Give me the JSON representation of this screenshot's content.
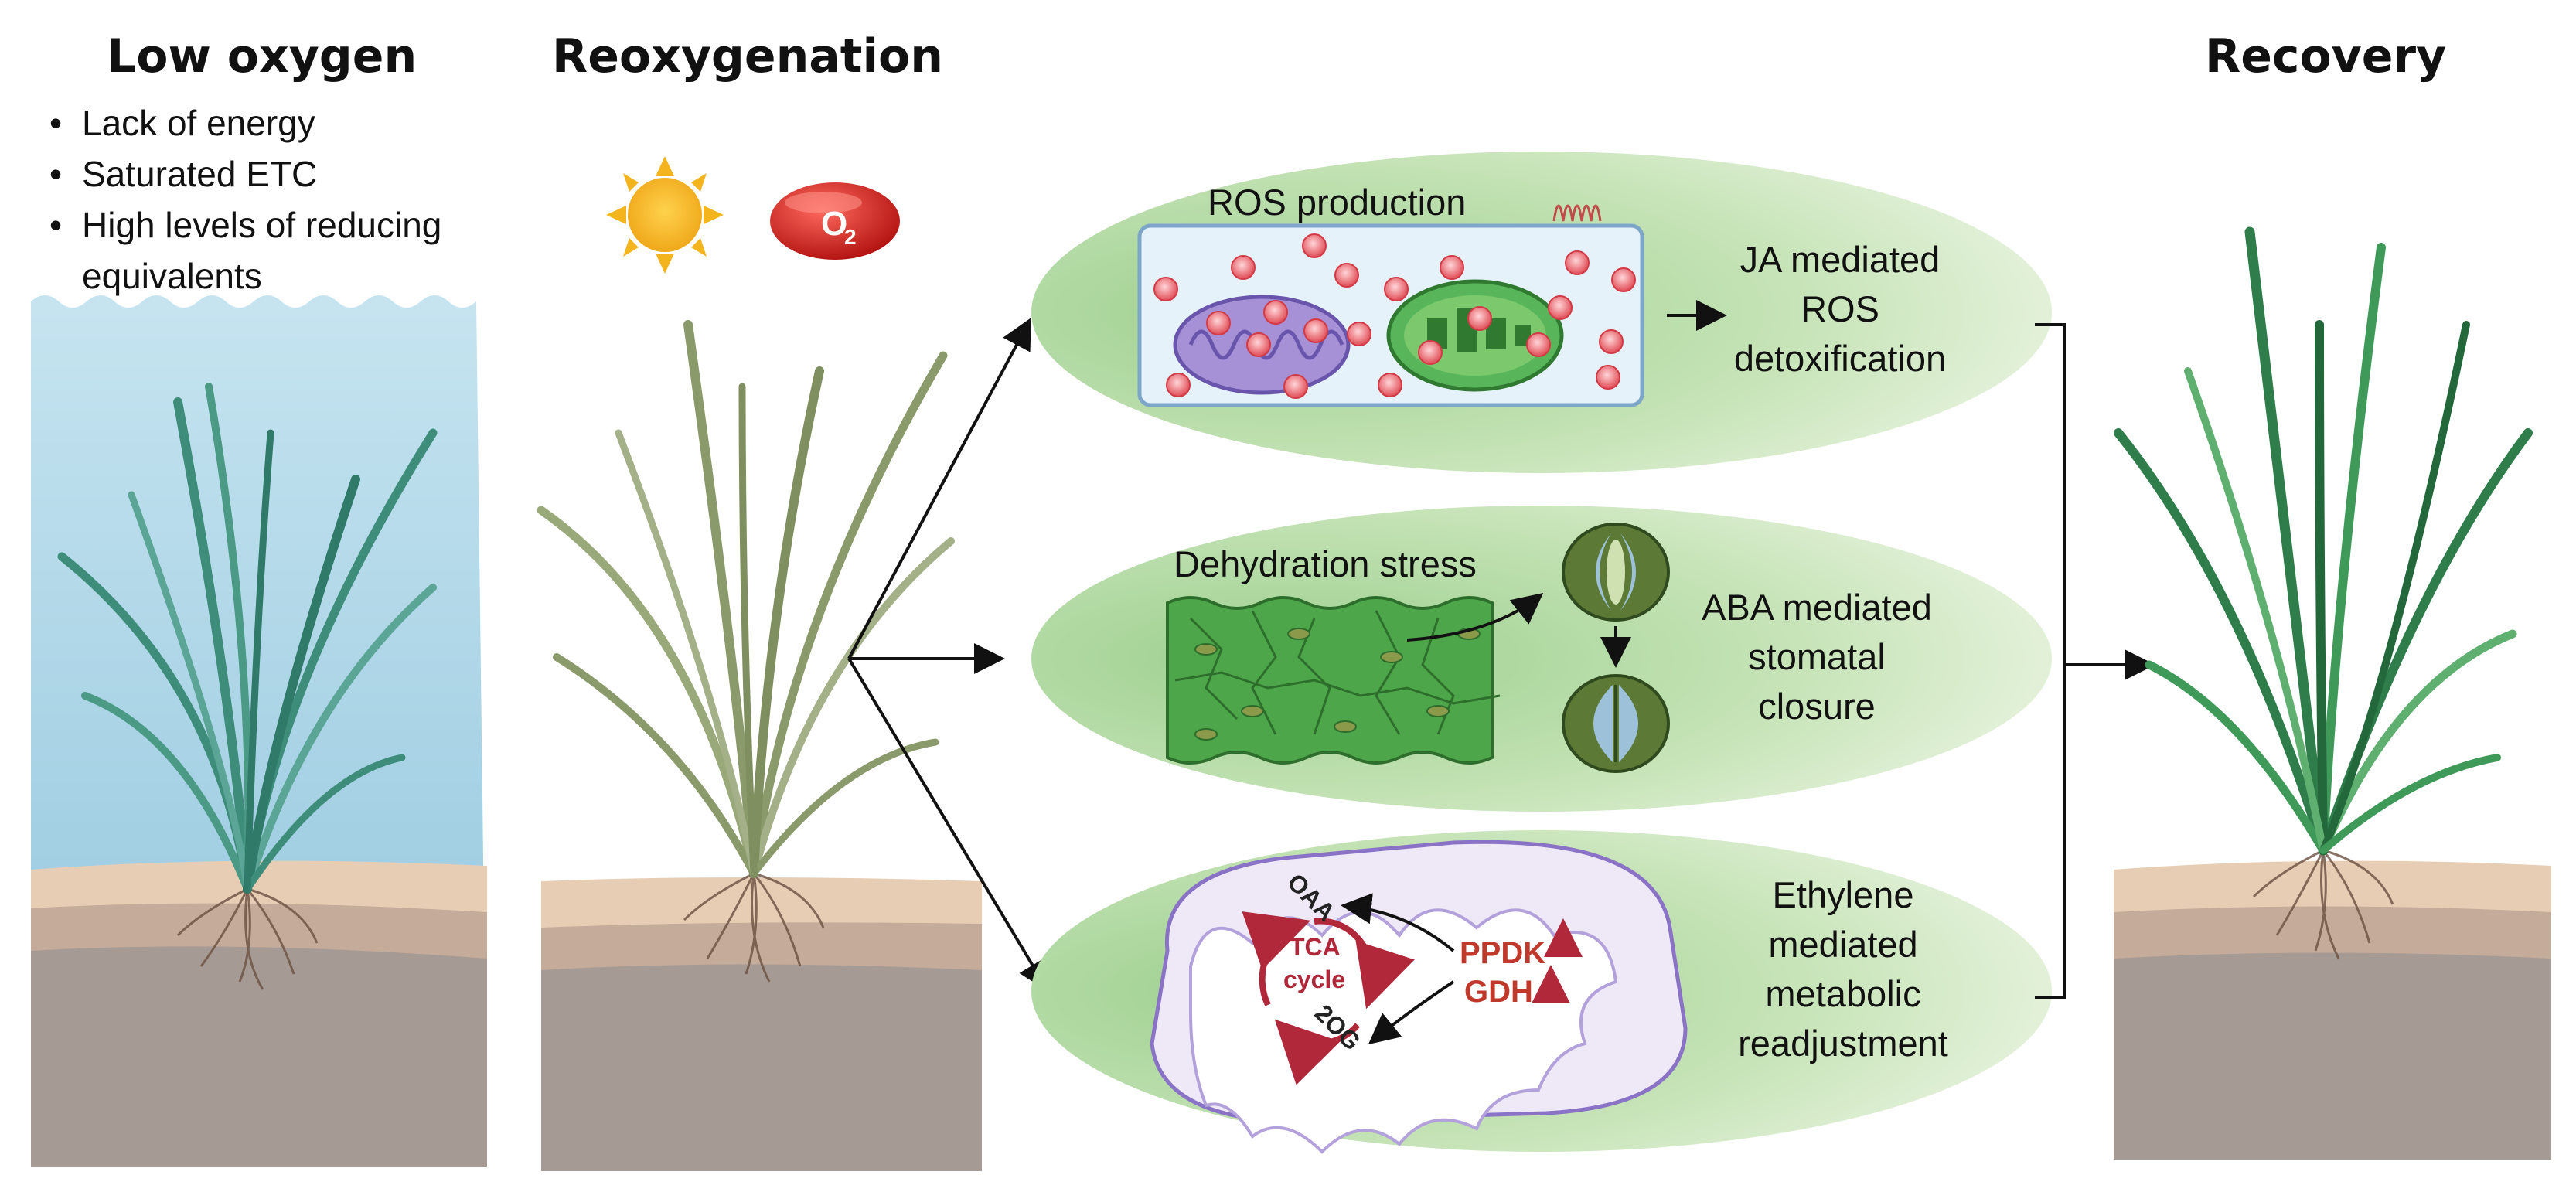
{
  "panels": {
    "low_oxygen": {
      "title": "Low oxygen",
      "bullets": [
        "Lack of energy",
        "Saturated ETC",
        "High levels of reducing",
        "equivalents"
      ]
    },
    "reoxygenation": {
      "title": "Reoxygenation",
      "oxygen_label": "O",
      "oxygen_subscript": "2"
    },
    "recovery": {
      "title": "Recovery"
    }
  },
  "processes": [
    {
      "inner_label": "ROS production",
      "effect_lines": [
        "JA mediated",
        "ROS",
        "detoxification"
      ]
    },
    {
      "inner_label": "Dehydration stress",
      "effect_lines": [
        "ABA mediated",
        "stomatal",
        "closure"
      ]
    },
    {
      "inner_label": "",
      "effect_lines": [
        "Ethylene",
        "mediated",
        "metabolic",
        "readjustment"
      ]
    }
  ],
  "tca": {
    "cycle_line1": "TCA",
    "cycle_line2": "cycle",
    "oaa": "OAA",
    "twoog": "2OG",
    "ppdk": "PPDK",
    "gdh": "GDH"
  },
  "colors": {
    "water": "#a9d3e6",
    "soil_top": "#e8cdb5",
    "soil_mid": "#c5ab99",
    "soil_bottom": "#a69a95",
    "ellipse_green": "#a8d49a",
    "leaf_dark": "#2e7d4a",
    "leaf_teal": "#3d8d7a",
    "leaf_olive": "#8a9a6a",
    "ros_red": "#e8545a",
    "mito_purple": "#8a72c6",
    "chloroplast_green": "#3b9a3f",
    "tca_red": "#b0283a"
  },
  "icons": [
    "sun-icon",
    "oxygen-icon",
    "mitochondrion-icon",
    "chloroplast-icon",
    "membrane-protein-icon",
    "stomata-icon",
    "leaf-tissue-icon"
  ]
}
